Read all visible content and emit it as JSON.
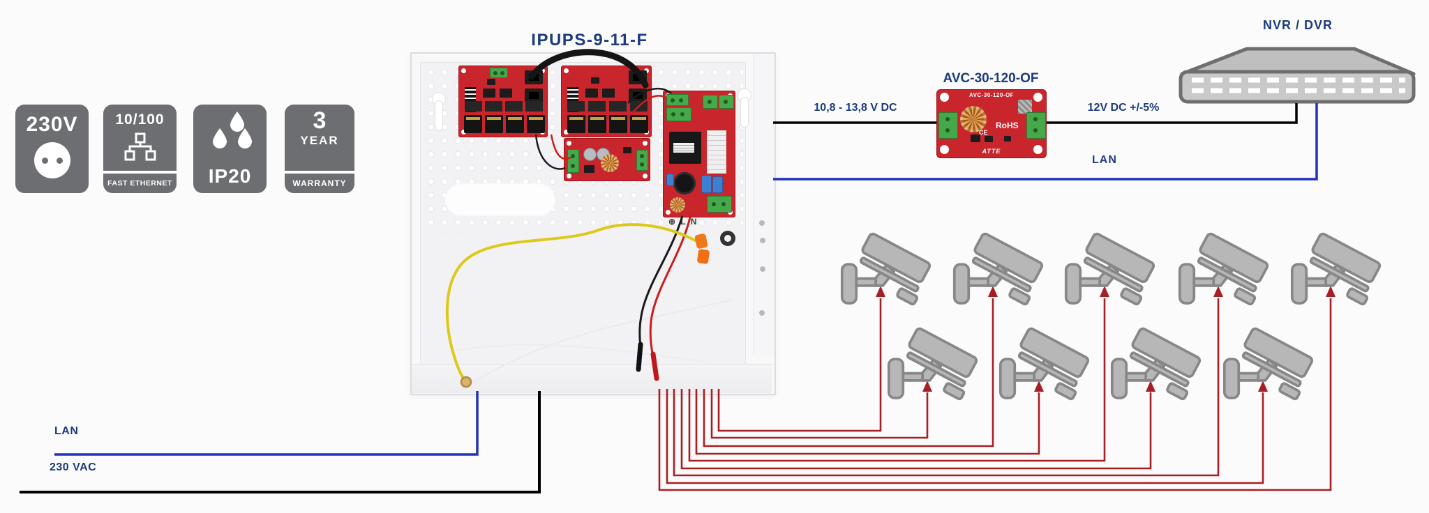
{
  "labels": {
    "ipups_title": "IPUPS-9-11-F",
    "avc_title": "AVC-30-120-OF",
    "nvr_title": "NVR / DVR",
    "dc_range": "10,8 - 13,8 V DC",
    "dc_out": "12V DC +/-5%",
    "lan_right": "LAN",
    "lan_left": "LAN",
    "mains": "230 VAC"
  },
  "badges": {
    "v230": {
      "text": "230V"
    },
    "ethernet": {
      "top": "10/100",
      "bottom": "FAST ETHERNET"
    },
    "ip20": {
      "text": "IP20"
    },
    "warranty": {
      "number": "3",
      "unit": "YEAR",
      "bottom": "WARRANTY"
    }
  },
  "enclosure": {
    "ln_label": "⊕ L N"
  },
  "avc_module": {
    "board_print": "AVC-30-120-OF",
    "rohs": "RoHS",
    "ce": "CE",
    "brand": "ATTE"
  },
  "cameras": {
    "count": 9,
    "top_row": 5,
    "bottom_row": 4
  },
  "colors": {
    "navy": "#1d3c7c",
    "lan_blue": "#2132b8",
    "camera_red": "#a81f23",
    "pcb_red": "#c9252c",
    "badge_gray": "#6d6e71"
  }
}
